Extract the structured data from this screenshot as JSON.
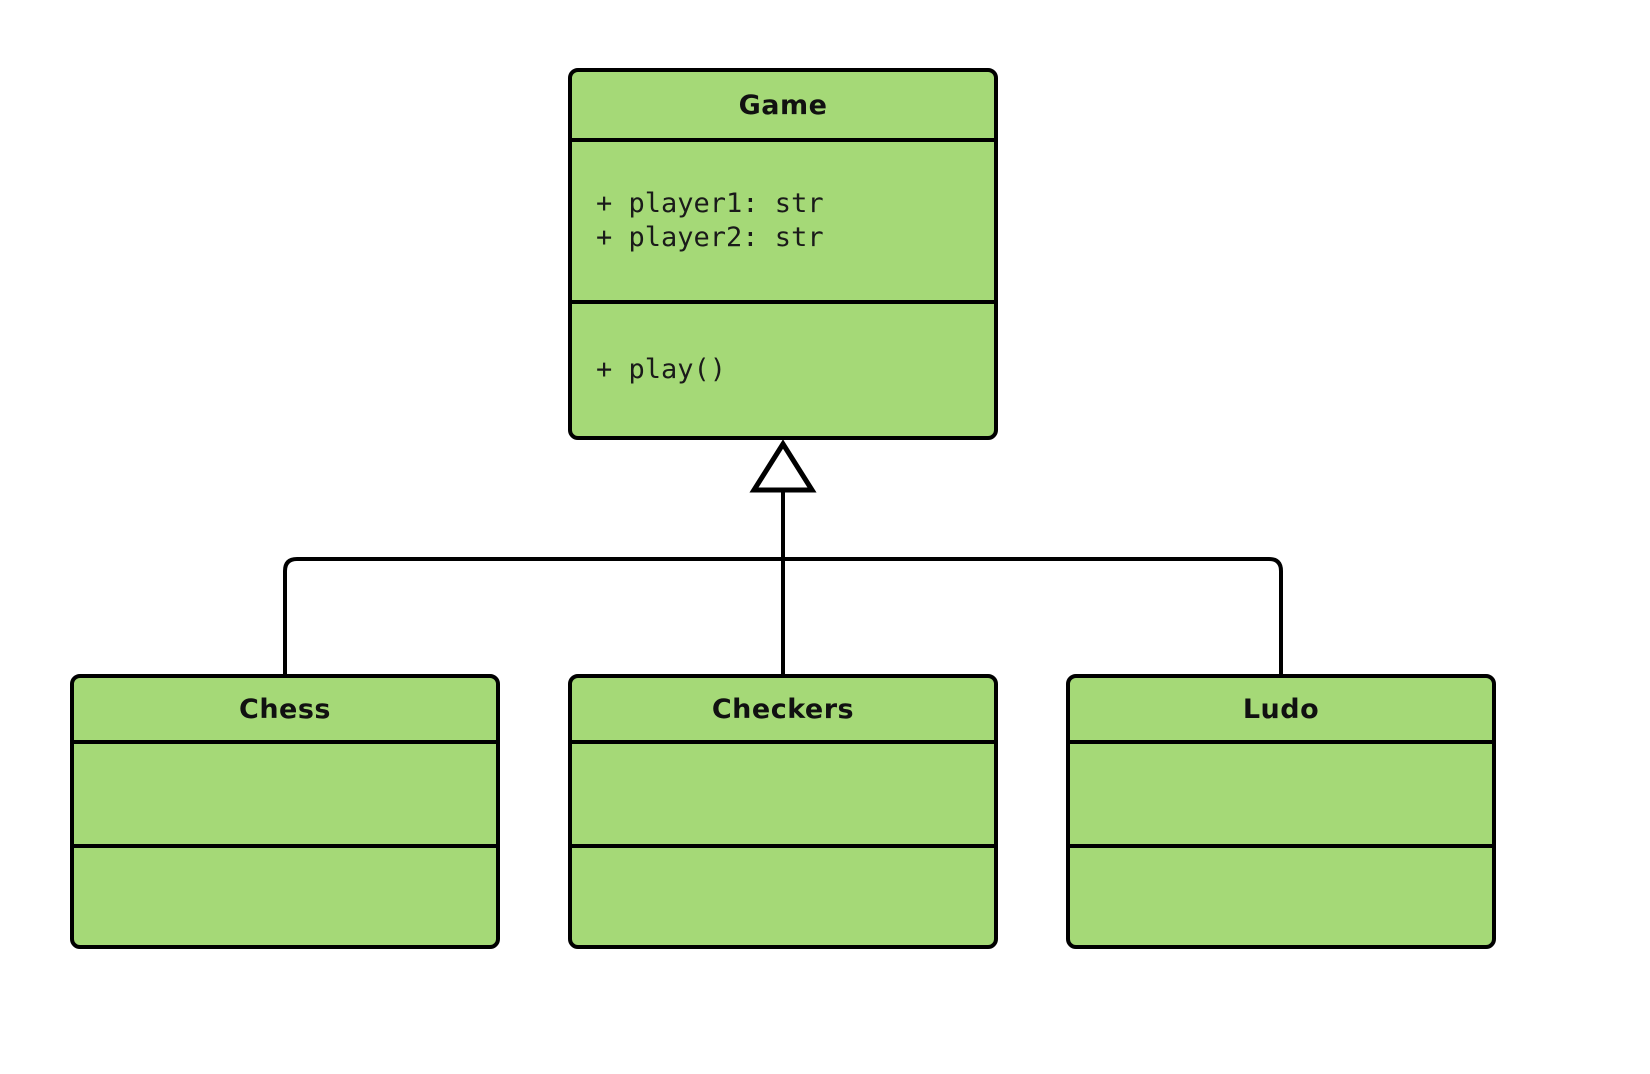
{
  "diagram": {
    "type": "uml-class-diagram",
    "background_color": "#ffffff",
    "class_fill_color": "#a5d977",
    "border_color": "#000000",
    "text_color": "#111111",
    "relationship": "generalization",
    "arrow_shape": "hollow-triangle"
  },
  "classes": {
    "game": {
      "name": "Game",
      "attributes": [
        "+ player1: str",
        "+ player2: str"
      ],
      "methods": [
        "+ play()"
      ]
    },
    "chess": {
      "name": "Chess",
      "attributes": [],
      "methods": []
    },
    "checkers": {
      "name": "Checkers",
      "attributes": [],
      "methods": []
    },
    "ludo": {
      "name": "Ludo",
      "attributes": [],
      "methods": []
    }
  },
  "edges": [
    {
      "from": "Chess",
      "to": "Game",
      "kind": "inheritance"
    },
    {
      "from": "Checkers",
      "to": "Game",
      "kind": "inheritance"
    },
    {
      "from": "Ludo",
      "to": "Game",
      "kind": "inheritance"
    }
  ]
}
